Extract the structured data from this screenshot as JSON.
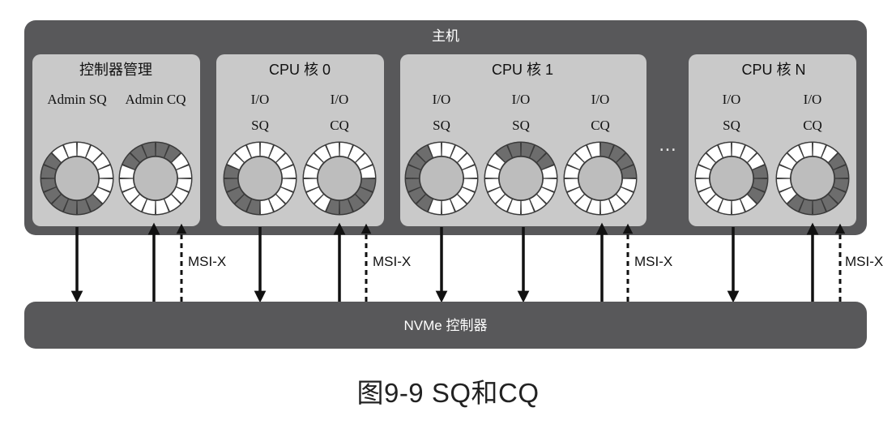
{
  "host": {
    "title": "主机"
  },
  "boxes": [
    {
      "title": "控制器管理",
      "queues": [
        {
          "line1": "Admin SQ",
          "line2": "",
          "filled": [
            6,
            7,
            8,
            9,
            10,
            11,
            12,
            13
          ]
        },
        {
          "line1": "Admin CQ",
          "filled": [
            0,
            1,
            15,
            14,
            13
          ]
        }
      ]
    },
    {
      "title": "CPU 核 0",
      "queues": [
        {
          "line1": "I/O",
          "line2": "SQ",
          "filled": [
            8,
            9,
            10,
            11,
            12
          ]
        },
        {
          "line1": "I/O",
          "line2": "CQ",
          "filled": [
            4,
            5,
            6,
            7,
            8
          ]
        }
      ]
    },
    {
      "title": "CPU 核 1",
      "queues": [
        {
          "line1": "I/O",
          "line2": "SQ",
          "filled": [
            9,
            10,
            11,
            12,
            13,
            14
          ]
        },
        {
          "line1": "I/O",
          "line2": "SQ",
          "filled": [
            14,
            15,
            0,
            1,
            2
          ]
        },
        {
          "line1": "I/O",
          "line2": "CQ",
          "filled": [
            0,
            1,
            2,
            3
          ]
        }
      ]
    },
    {
      "title": "CPU 核 N",
      "queues": [
        {
          "line1": "I/O",
          "line2": "SQ",
          "filled": [
            3,
            4,
            5
          ]
        },
        {
          "line1": "I/O",
          "line2": "CQ",
          "filled": [
            2,
            3,
            4,
            5,
            6,
            7,
            8,
            9
          ]
        }
      ]
    }
  ],
  "ellipsis": "…",
  "msi_label": "MSI-X",
  "controller": {
    "label": "NVMe 控制器"
  },
  "caption": "图9-9 SQ和CQ",
  "colors": {
    "host_bg": "#58585a",
    "box_bg": "#c9c9c9",
    "ring_filled": "#6d6d6d",
    "ring_empty": "#ffffff",
    "ring_center": "#bdbdbd"
  }
}
